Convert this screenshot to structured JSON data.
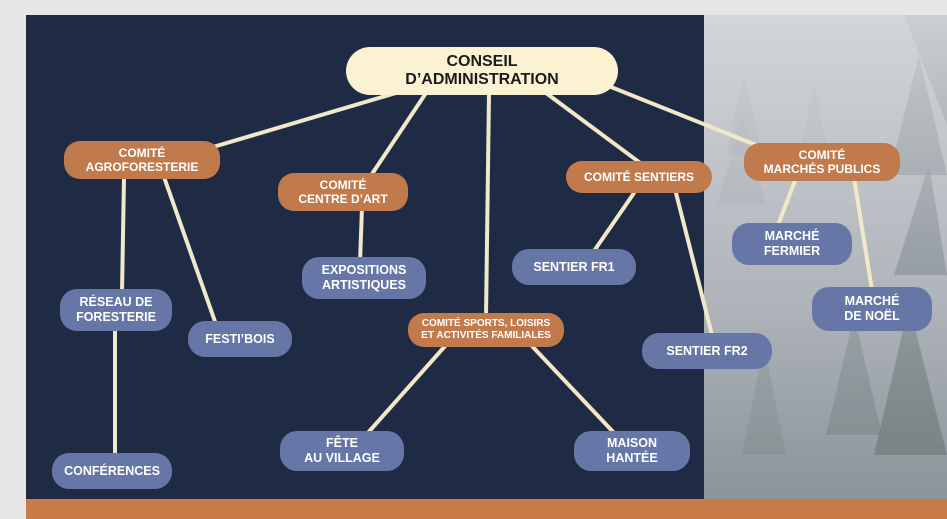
{
  "diagram": {
    "root": {
      "label": "CONSEIL\nD’ADMINISTRATION"
    },
    "committees": {
      "agroforesterie": "COMITÉ\nAGROFORESTERIE",
      "centre_art": "COMITÉ\nCENTRE D’ART",
      "sports": "COMITÉ SPORTS, LOISIRS\nET ACTIVITÉS FAMILIALES",
      "sentiers": "COMITÉ SENTIERS",
      "marches": "COMITÉ\nMARCHÉS PUBLICS"
    },
    "leaves": {
      "reseau": "RÉSEAU DE\nFORESTERIE",
      "festibois": "FESTI’BOIS",
      "conferences": "CONFÉRENCES",
      "expositions": "EXPOSITIONS\nARTISTIQUES",
      "fete": "FÊTE\nAU VILLAGE",
      "maison": "MAISON\nHANTÉE",
      "sentier1": "SENTIER FR1",
      "sentier2": "SENTIER FR2",
      "marche_fermier": "MARCHÉ\nFERMIER",
      "marche_noel": "MARCHÉ\nDE NOËL"
    },
    "colors": {
      "background": "#1f2a44",
      "root": "#fbf2d2",
      "committee": "#c07a4c",
      "leaf": "#6676a6",
      "connector": "#f1e8c8",
      "bottom_bar": "#c97b47"
    }
  }
}
